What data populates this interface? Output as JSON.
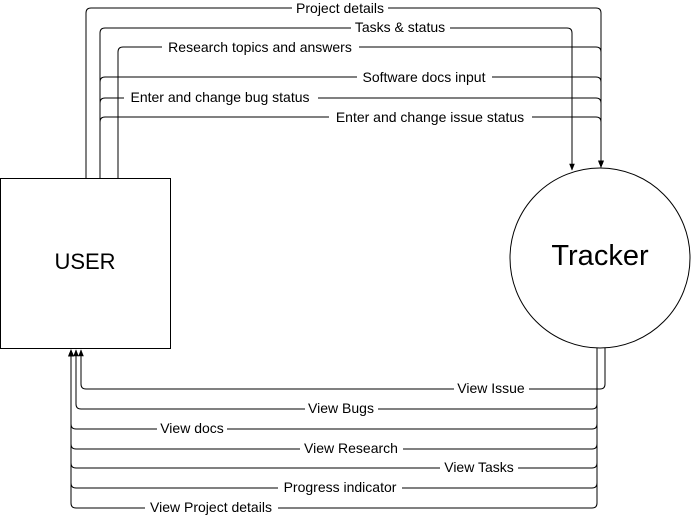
{
  "nodes": {
    "user": {
      "label": "USER"
    },
    "tracker": {
      "label": "Tracker"
    }
  },
  "flows_to_tracker": [
    {
      "id": "project-details",
      "label": "Project details"
    },
    {
      "id": "tasks-status",
      "label": "Tasks & status"
    },
    {
      "id": "research",
      "label": "Research topics and answers"
    },
    {
      "id": "software-docs",
      "label": "Software docs input"
    },
    {
      "id": "bug-status",
      "label": "Enter and change bug status"
    },
    {
      "id": "issue-status",
      "label": "Enter and change issue status"
    }
  ],
  "flows_to_user": [
    {
      "id": "view-issue",
      "label": "View Issue"
    },
    {
      "id": "view-bugs",
      "label": "View Bugs"
    },
    {
      "id": "view-docs",
      "label": "View docs"
    },
    {
      "id": "view-research",
      "label": "View Research"
    },
    {
      "id": "view-tasks",
      "label": "View Tasks"
    },
    {
      "id": "progress-indicator",
      "label": "Progress indicator"
    },
    {
      "id": "view-project-details",
      "label": "View Project details"
    }
  ],
  "colors": {
    "line": "#000000",
    "background": "#ffffff"
  }
}
